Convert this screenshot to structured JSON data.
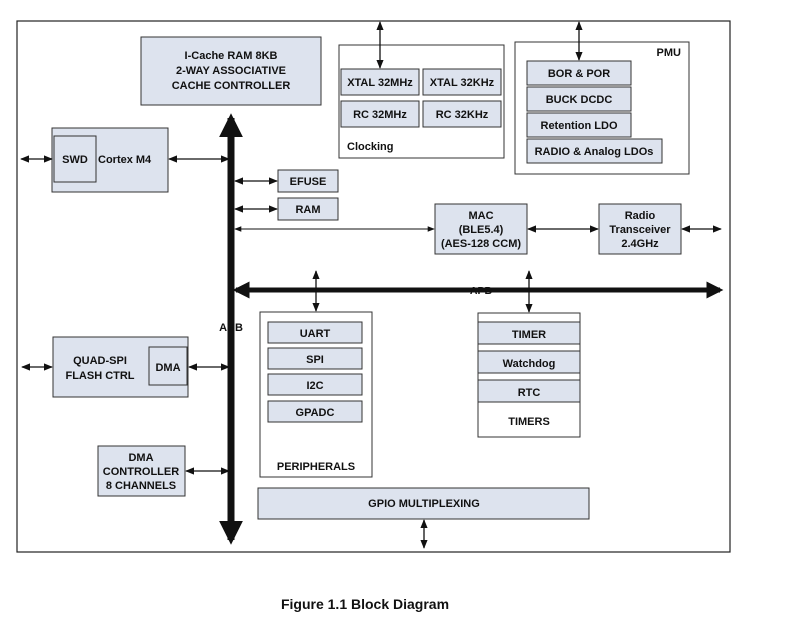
{
  "diagram": {
    "icache": [
      "I-Cache RAM 8KB",
      "2-WAY ASSOCIATIVE",
      "CACHE CONTROLLER"
    ],
    "clocking": {
      "label": "Clocking",
      "xtal_32mhz": "XTAL 32MHz",
      "xtal_32khz": "XTAL 32KHz",
      "rc_32mhz": "RC 32MHz",
      "rc_32khz": "RC 32KHz"
    },
    "pmu": {
      "label": "PMU",
      "bor_por": "BOR & POR",
      "buck_dcdc": "BUCK DCDC",
      "retention_ldo": "Retention LDO",
      "radio_analog_ldos": "RADIO & Analog LDOs"
    },
    "swd": "SWD",
    "cortex": "Cortex M4",
    "efuse": "EFUSE",
    "ram": "RAM",
    "mac": [
      "MAC",
      "(BLE5.4)",
      "(AES-128 CCM)"
    ],
    "radio": [
      "Radio",
      "Transceiver",
      "2.4GHz"
    ],
    "apb": "APB",
    "ahb": "AHB",
    "quadspi": [
      "QUAD-SPI",
      "FLASH CTRL"
    ],
    "dma": "DMA",
    "dma_controller": [
      "DMA",
      "CONTROLLER",
      "8 CHANNELS"
    ],
    "peripherals": {
      "label": "PERIPHERALS",
      "uart": "UART",
      "spi": "SPI",
      "i2c": "I2C",
      "gpadc": "GPADC"
    },
    "timers": {
      "label": "TIMERS",
      "timer": "TIMER",
      "watchdog": "Watchdog",
      "rtc": "RTC"
    },
    "gpio": "GPIO MULTIPLEXING"
  },
  "caption": "Figure 1.1 Block Diagram"
}
